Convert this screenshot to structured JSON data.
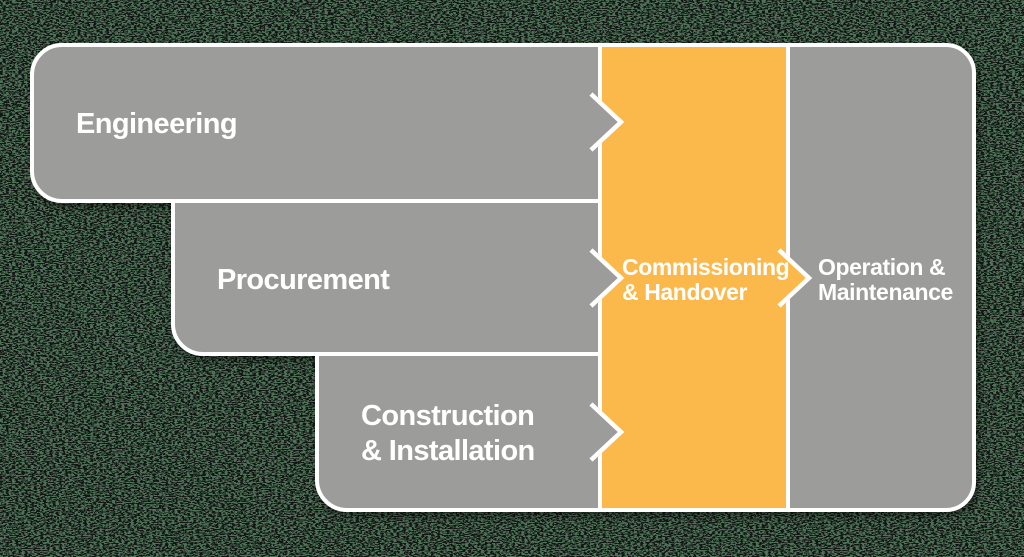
{
  "diagram": {
    "kind": "process-flow",
    "phases": {
      "engineering": {
        "label": "Engineering"
      },
      "procurement": {
        "label": "Procurement"
      },
      "construction": {
        "line1": "Construction",
        "line2": "& Installation"
      },
      "commissioning": {
        "line1": "Commissioning",
        "line2": "& Handover",
        "highlighted": true
      },
      "operation": {
        "line1": "Operation &",
        "line2": "Maintenance"
      }
    },
    "flow_icon": "chevron-right"
  },
  "colors": {
    "phase_gray": "#9C9C9A",
    "highlight_orange": "#FBB94C",
    "outline_white": "#FFFFFF",
    "label_white": "#FFFFFF",
    "background_green": "#4E7157",
    "speckle_black": "#0A100B"
  }
}
